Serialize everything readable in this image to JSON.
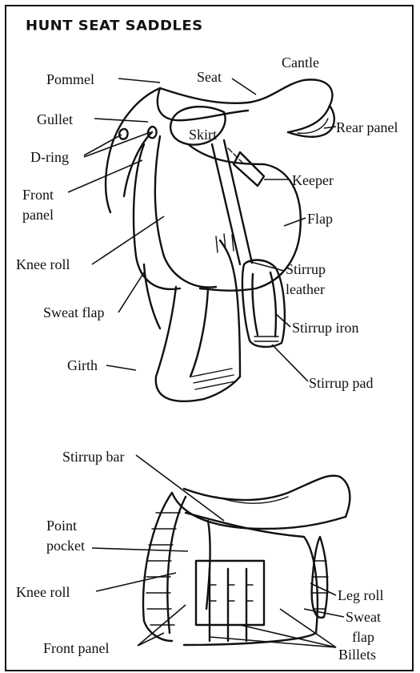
{
  "title": "HUNT SEAT SADDLES",
  "top_diagram": {
    "labels": {
      "pommel": "Pommel",
      "seat": "Seat",
      "cantle": "Cantle",
      "gullet": "Gullet",
      "skirt": "Skirt",
      "rear_panel": "Rear panel",
      "d_ring": "D-ring",
      "front_panel_1": "Front",
      "front_panel_2": "panel",
      "keeper": "Keeper",
      "flap": "Flap",
      "knee_roll": "Knee roll",
      "stirrup_leather_1": "Stirrup",
      "stirrup_leather_2": "leather",
      "sweat_flap": "Sweat flap",
      "stirrup_iron": "Stirrup iron",
      "girth": "Girth",
      "stirrup_pad": "Stirrup pad"
    }
  },
  "bottom_diagram": {
    "labels": {
      "stirrup_bar": "Stirrup bar",
      "point_pocket_1": "Point",
      "point_pocket_2": "pocket",
      "leg_roll": "Leg roll",
      "knee_roll": "Knee roll",
      "sweat_flap_1": "Sweat",
      "sweat_flap_2": "flap",
      "front_panel": "Front panel",
      "billets": "Billets"
    }
  }
}
